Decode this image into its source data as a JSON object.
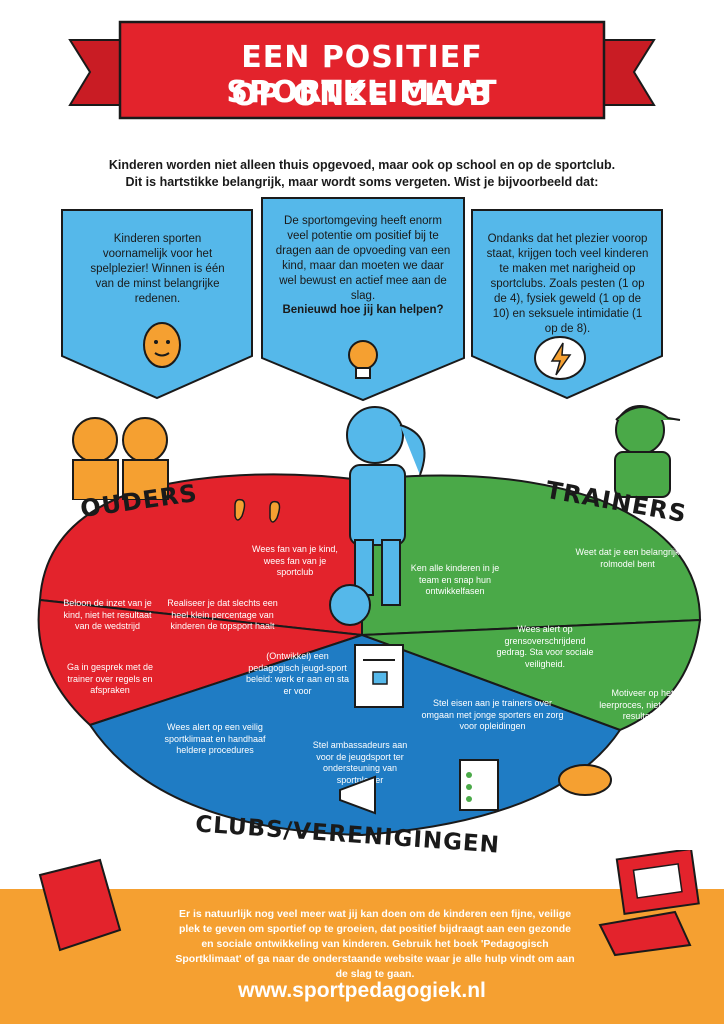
{
  "title": {
    "line1": "EEN POSITIEF SPORTKLIMAAT",
    "line2": "OP ONZE CLUB"
  },
  "intro": {
    "line1": "Kinderen worden niet alleen thuis opgevoed, maar ook op school en op de sportclub.",
    "line2": "Dit is hartstikke belangrijk, maar wordt soms vergeten. Wist je bijvoorbeeld dat:"
  },
  "boxes": [
    {
      "text": "Kinderen sporten voornamelijk voor het spelplezier! Winnen is één van de minst belangrijke redenen."
    },
    {
      "text": "De sportomgeving heeft enorm veel potentie om positief bij te dragen aan de opvoeding van een kind, maar dan moeten we daar wel bewust en actief mee aan de slag.",
      "cta": "Benieuwd hoe jij kan helpen?"
    },
    {
      "text": "Ondanks dat het plezier voorop staat, krijgen toch veel kinderen te maken met narigheid op sportclubs. Zoals pesten (1 op de 4), fysiek geweld (1 op de 10) en seksuele intimidatie (1 op de 8)."
    }
  ],
  "sections": {
    "ouders": "OUDERS",
    "trainers": "TRAINERS",
    "clubs": "CLUBS/VERENIGINGEN"
  },
  "tips_ouders": [
    "Wees fan van je kind, wees fan van je sportclub",
    "Realiseer je dat slechts een heel klein percentage van kinderen de topsport haalt",
    "Beloon de inzet van je kind, niet het resultaat van de wedstrijd",
    "Ga in gesprek met de trainer over regels en afspraken"
  ],
  "tips_trainers": [
    "Weet dat je een belangrijk rolmodel bent",
    "Ken alle kinderen in je team en snap hun ontwikkelfasen",
    "Wees alert op grensoverschrijdend gedrag. Sta voor sociale veiligheid.",
    "Motiveer op het leerproces, niet op de resultaten"
  ],
  "tips_clubs": [
    "(Ontwikkel) een pedagogisch jeugd-sport beleid: werk er aan en sta er voor",
    "Wees alert op een veilig sportklimaat en handhaaf heldere procedures",
    "Stel eisen aan je trainers over omgaan met jonge sporters en zorg voor opleidingen",
    "Stel ambassadeurs aan voor de jeugdsport ter ondersteuning van sportplezier"
  ],
  "footer": {
    "text": "Er is natuurlijk nog veel meer wat jij kan doen om de kinderen een fijne, veilige plek te geven om sportief op te groeien, dat positief bijdraagt aan een gezonde en sociale ontwikkeling van kinderen. Gebruik het boek 'Pedagogisch Sportklimaat' of ga naar de onderstaande website waar je alle hulp vindt om aan de slag te gaan.",
    "website": "www.sportpedagogiek.nl"
  },
  "colors": {
    "red": "#e3232c",
    "blue": "#55b8ea",
    "darkblue": "#1f7cc4",
    "green": "#4aa948",
    "orange": "#f5a031"
  }
}
